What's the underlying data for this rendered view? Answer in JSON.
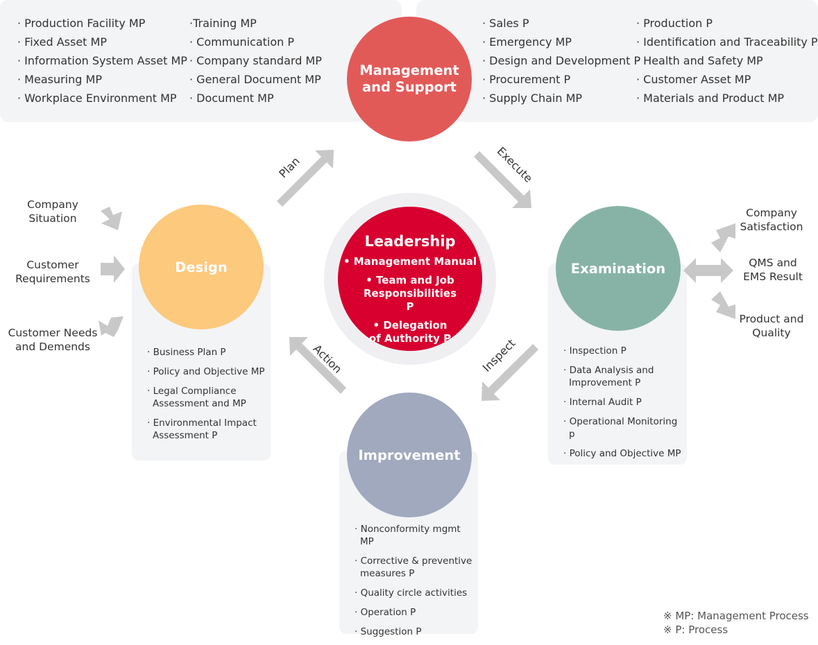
{
  "top": {
    "left_col1": [
      "Production Facility MP",
      "Fixed Asset MP",
      "Information System Asset MP",
      "Measuring MP",
      "Workplace Environment MP"
    ],
    "left_col2": [
      "Training MP",
      "Communication P",
      "Company standard MP",
      "General Document MP",
      "Document MP"
    ],
    "right_col1": [
      "Sales P",
      "Emergency MP",
      "Design and Development P",
      "Procurement P",
      "Supply Chain MP"
    ],
    "right_col2": [
      "Production P",
      "Identification and Traceability P",
      "Health and Safety MP",
      "Customer Asset MP",
      "Materials and Product MP"
    ]
  },
  "nodes": {
    "management": {
      "line1": "Management",
      "line2": "and Support",
      "color": "#e25a58"
    },
    "design": {
      "label": "Design",
      "color": "#fcc97d"
    },
    "examination": {
      "label": "Examination",
      "color": "#87b3a6"
    },
    "improvement": {
      "label": "Improvement",
      "color": "#a0a9be"
    },
    "leadership": {
      "title": "Leadership",
      "color": "#d7002f",
      "items": [
        "• Management Manual",
        "• Team and Job Responsibilities P",
        "• Delegation of Authority P"
      ]
    }
  },
  "design_items": [
    "Business Plan P",
    "Policy and Objective MP",
    "Legal Compliance Assessment and MP",
    "Environmental Impact Assessment P"
  ],
  "examination_items": [
    "Inspection P",
    "Data Analysis and Improvement P",
    "Internal Audit P",
    "Operational Monitoring p",
    "Policy and Objective MP"
  ],
  "improvement_items": [
    "Nonconformity mgmt MP",
    "Corrective & preventive measures P",
    "Quality circle activities",
    "Operation P",
    "Suggestion P"
  ],
  "cycle": {
    "plan": "Plan",
    "execute": "Execute",
    "inspect": "Inspect",
    "action": "Action"
  },
  "inputs": {
    "company_situation": "Company Situation",
    "customer_requirements": "Customer Requirements",
    "customer_needs": "Customer Needs and Demends"
  },
  "outputs": {
    "company_satisfaction": "Company Satisfaction",
    "qms_result": "QMS and EMS Result",
    "product_quality": "Product and Quality"
  },
  "legend": {
    "mp": "※ MP: Management Process",
    "p": "※ P: Process"
  },
  "colors": {
    "arrow": "#c8c8c8",
    "panel": "#f3f4f6"
  }
}
